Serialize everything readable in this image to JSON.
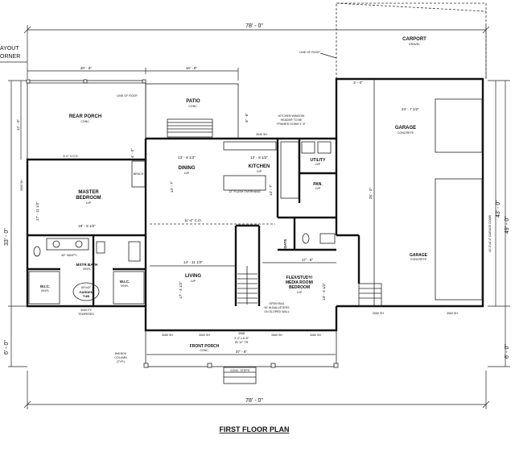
{
  "plan_title": "FIRST FLOOR PLAN",
  "corner_label": [
    "AYOUT",
    "ORNER"
  ],
  "overall_width_top": "78' - 0\"",
  "overall_width_bottom": "78' - 0\"",
  "overall_depth_left": "33' - 0\"",
  "front_depth_left": "6' - 0\"",
  "overall_depth_right": "49' - 0\"",
  "garage_depth_right": "43' - 0\"",
  "front_depth_right": "6' - 0\"",
  "dims": {
    "rear_porch_width": "20' - 8\"",
    "patio_width": "16' - 8\"",
    "rear_porch_depth": "12' - 0\"",
    "patio_depth": "8' - 6\"",
    "bed_left_dim": "17' - 11 1/2\"",
    "bed_width": "19' - 8 1/2\"",
    "dining_width": "13' - 8 1/2\"",
    "kitchen_width": "12' - 8 1/2\"",
    "center_width": "11'-4\" C.O.",
    "living_width": "14' - 11 1/2\"",
    "living_depth": "17' - 4 1/2\"",
    "flex_width": "17' - 8\"",
    "flex_depth": "13' - 4 1/2\"",
    "garage_width": "24' - 7 1/2\"",
    "garage_depth": "26' - 0\"",
    "porch_width": "37' - 8\"",
    "dining_depth": "14' - 7\"",
    "kitchen_depth": "14' - 7\"",
    "garage_door": "16'-0\"x8'-0\" GARAGE DOOR",
    "carport_gap": "3' - 0\""
  },
  "rooms": {
    "rear_porch": {
      "name": "REAR PORCH",
      "sub": "CONC."
    },
    "patio": {
      "name": "PATIO",
      "sub": "CONC."
    },
    "master_bedroom": {
      "name": [
        "MASTER",
        "BEDROOM"
      ],
      "sub": "LVP"
    },
    "dining": {
      "name": "DINING",
      "sub": "LVP"
    },
    "kitchen": {
      "name": "KITCHEN",
      "sub": "LVP"
    },
    "utility": {
      "name": "UTILITY",
      "sub": "LVP"
    },
    "pan": {
      "name": "PAN.",
      "sub": "LVP"
    },
    "coats": {
      "name": "COATS"
    },
    "mstr_bath": {
      "name": "MSTR BATH",
      "sub": "VINYL"
    },
    "wic_left": {
      "name": "W.I.C.",
      "sub": "VINYL"
    },
    "wic_right": {
      "name": "W.I.C.",
      "sub": "VINYL"
    },
    "garden_tub": {
      "name": [
        "GARDEN",
        "TUB"
      ]
    },
    "living": {
      "name": "LIVING",
      "sub": "LVP"
    },
    "flex": {
      "name": [
        "FLEX/STUDY/",
        "MEDIA ROOM/",
        "BEDROOM"
      ],
      "sub": "LVP"
    },
    "front_porch": {
      "name": "FRONT PORCH",
      "sub": "CONC."
    },
    "garage": {
      "name": "GARAGE",
      "sub": "CONCRETE"
    },
    "garage_front": {
      "name": "GARAGE",
      "sub": "CONCRETE"
    },
    "carport": {
      "name": "CARPORT",
      "sub": "GRAVEL"
    }
  },
  "notes": {
    "line_of_roof_rear": "LINE OF ROOF",
    "line_of_roof_carport": "LINE OF ROOF",
    "kitchen_window": [
      "KITCHEN WINDOW",
      "HEADER TO BE",
      "FRAMED DOWN 1'-6\""
    ],
    "flush_overhang": "12\" FLUSH OVERHANG",
    "open_rail": [
      "OPEN RAIL",
      "W/ IN BALUSTERS",
      "ON SLOPED WALL"
    ],
    "bench": "BENCH",
    "porch_column": [
      "8x8 BOX",
      "COLUMN",
      "(TYP.)"
    ],
    "tempered": [
      "4040 FX",
      "TEMPERED"
    ],
    "tub_size": "60\"x42\"",
    "sgd": "6'-0\" S.G.D.",
    "kitchen_sizes": [
      "12' - 8 1/2\"",
      "3040 SH"
    ],
    "front_door": "3068",
    "entry": [
      "3'-0\" x 6'-8\"",
      "W/ 12\" TR"
    ],
    "vanity": "60\" VANITY",
    "steps": "CONC. STEPS"
  },
  "windows": {
    "rear_sh": "3040 SH",
    "bed_side": "3060 SH",
    "front_sh_left": "3060 SH",
    "front_sh_mid": "3060 SH",
    "front_sh_right": "3060 SH",
    "garage_sh_left": "3060 SH",
    "garage_sh_right": "3060 SH",
    "dbl_sh": "3060 SH"
  }
}
